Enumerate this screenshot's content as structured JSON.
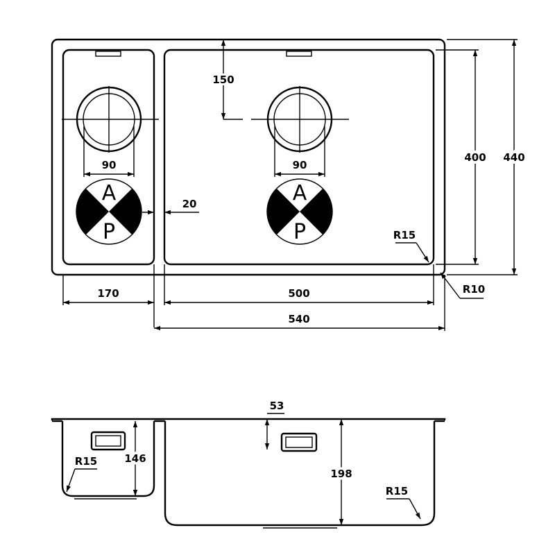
{
  "top_view": {
    "small_bowl_width": "170",
    "large_bowl_width": "500",
    "overall_width": "540",
    "bowl_height": "400",
    "overall_height": "440",
    "waste_offset": "150",
    "gap": "20",
    "small_waste_diameter": "90",
    "large_waste_diameter": "90",
    "inner_radius": "R15",
    "outer_radius": "R10",
    "plate_top_letter": "A",
    "plate_bottom_letter": "P"
  },
  "side_view": {
    "small_bowl_depth": "146",
    "large_bowl_depth": "198",
    "overflow_offset": "53",
    "small_radius": "R15",
    "large_radius": "R15"
  }
}
